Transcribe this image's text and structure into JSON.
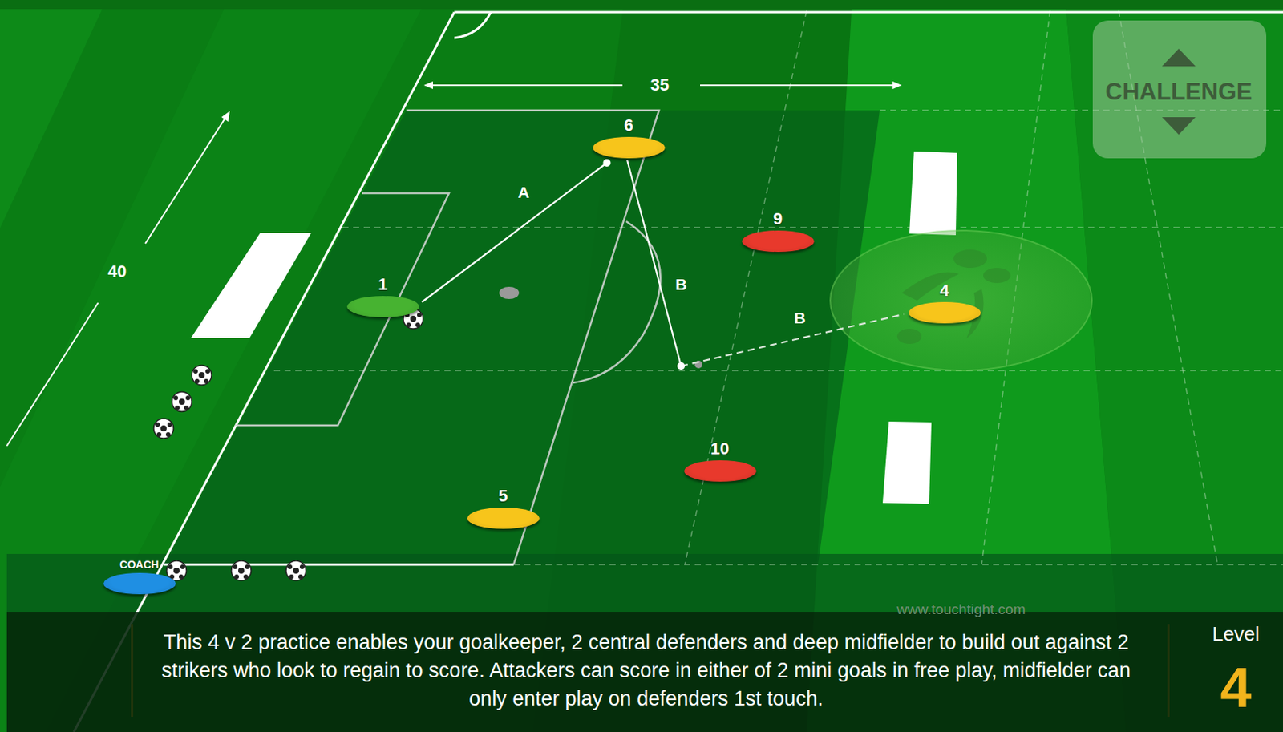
{
  "diagram": {
    "caption": "This 4 v 2 practice enables your goalkeeper, 2 central defenders and deep midfielder to build out against 2 strikers who look to regain to score. Attackers can score in either of 2 mini goals in free play, midfielder can only enter play on defenders 1st touch.",
    "nodes": [
      {
        "text": [
          "6"
        ]
      },
      {
        "text": [
          "9"
        ]
      },
      {
        "text": [
          "1"
        ]
      },
      {
        "text": [
          "4"
        ]
      },
      {
        "text": [
          "10"
        ]
      },
      {
        "text": [
          "5"
        ]
      },
      {
        "text": [
          "COACH"
        ]
      }
    ],
    "edges": [
      {
        "from": 2,
        "to": 0,
        "arrow": "none",
        "label": "A"
      },
      {
        "from": 0,
        "to": 3,
        "arrow": "none",
        "label": "B"
      }
    ],
    "labels": [
      "35",
      "40",
      "B",
      "CHALLENGE",
      "www.touchtight.com",
      "Level",
      "4"
    ]
  }
}
